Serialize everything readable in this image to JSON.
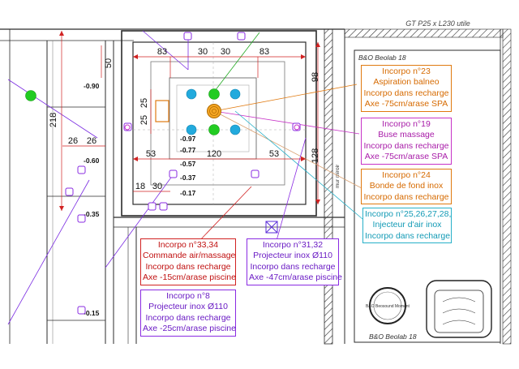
{
  "title_block": "GT P25 x L230 utile",
  "speaker_top": "B&O Beolab 18",
  "speaker_bottom": "B&O Beolab 18",
  "speaker_circle": "B&O Beosound Moment",
  "wall_label": "mur miroir",
  "dimensions": {
    "d83a": "83",
    "d30a": "30",
    "d30b": "30",
    "d83b": "83",
    "d50": "50",
    "d98": "98",
    "d218": "218",
    "d25a": "25",
    "d25b": "25",
    "d128": "128",
    "d26a": "26",
    "d26b": "26",
    "d53a": "53",
    "d120": "120",
    "d53b": "53",
    "d18": "18",
    "d30c": "30"
  },
  "levels": {
    "l1": "-0.90",
    "l2": "-0.60",
    "l3": "-0.35",
    "l4": "-0.15",
    "c1": "-0.97",
    "c2": "-0.77",
    "c3": "-0.57",
    "c4": "-0.37",
    "c5": "-0.17"
  },
  "colors": {
    "wall": "#2b2b2b",
    "dim_red": "#d12222",
    "green": "#22cc22",
    "blue": "#22aadd",
    "orange": "#e07a10",
    "magenta": "#c733c7",
    "purple": "#8a2be2",
    "cyan": "#27b0c8",
    "grid": "#bbbbbb"
  },
  "callouts": [
    {
      "lines": [
        "Incorpo n°23",
        "Aspiration balneo",
        "Incorpo dans recharge",
        "Axe -75cm/arase SPA"
      ]
    },
    {
      "lines": [
        "Incorpo n°19",
        "Buse massage",
        "Incorpo dans recharge",
        "Axe -75cm/arase SPA"
      ]
    },
    {
      "lines": [
        "Incorpo n°24",
        "Bonde de fond inox",
        "Incorpo dans recharge"
      ]
    },
    {
      "lines": [
        "Incorpo n°25,26,27,28,",
        "Injecteur d'air inox",
        "Incorpo dans recharge"
      ]
    },
    {
      "lines": [
        "Incorpo n°33,34",
        "Commande air/massage",
        "Incorpo dans recharge",
        "Axe -15cm/arase piscine"
      ]
    },
    {
      "lines": [
        "Incorpo n°31,32",
        "Projecteur inox Ø110",
        "Incorpo dans recharge",
        "Axe -47cm/arase piscine"
      ]
    },
    {
      "lines": [
        "Incorpo n°8",
        "Projecteur inox Ø110",
        "Incorpo dans recharge",
        "Axe -25cm/arase piscine"
      ]
    }
  ]
}
